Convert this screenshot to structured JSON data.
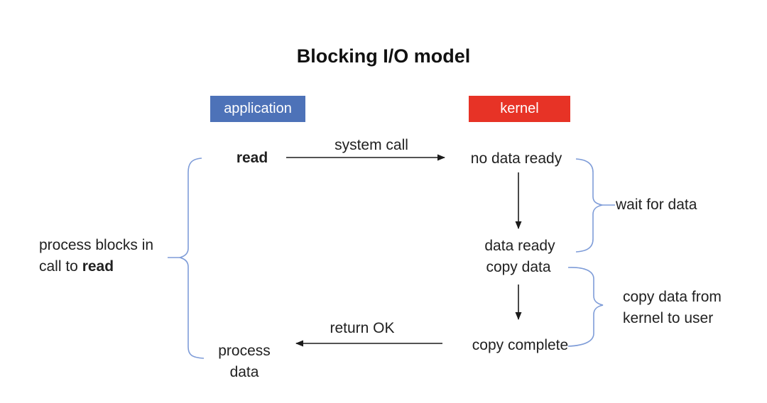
{
  "title": "Blocking I/O model",
  "boxes": {
    "application": {
      "label": "application",
      "color": "#4D72B8"
    },
    "kernel": {
      "label": "kernel",
      "color": "#E73326"
    }
  },
  "application_lane": {
    "read_label": "read",
    "process_data_line1": "process",
    "process_data_line2": "data"
  },
  "kernel_lane": {
    "no_data_ready": "no data ready",
    "data_ready": "data ready",
    "copy_data": "copy data",
    "copy_complete": "copy complete"
  },
  "arrows": {
    "system_call_label": "system call",
    "return_ok_label": "return OK",
    "color": "#1b1b1b"
  },
  "annotations": {
    "left_note_line1": "process blocks in",
    "left_note_line2_prefix": "call to ",
    "left_note_bold_word": "read",
    "wait_for_data": "wait for data",
    "copy_note_line1": "copy data from",
    "copy_note_line2": "kernel to user",
    "brace_color": "#7E9CD8"
  }
}
